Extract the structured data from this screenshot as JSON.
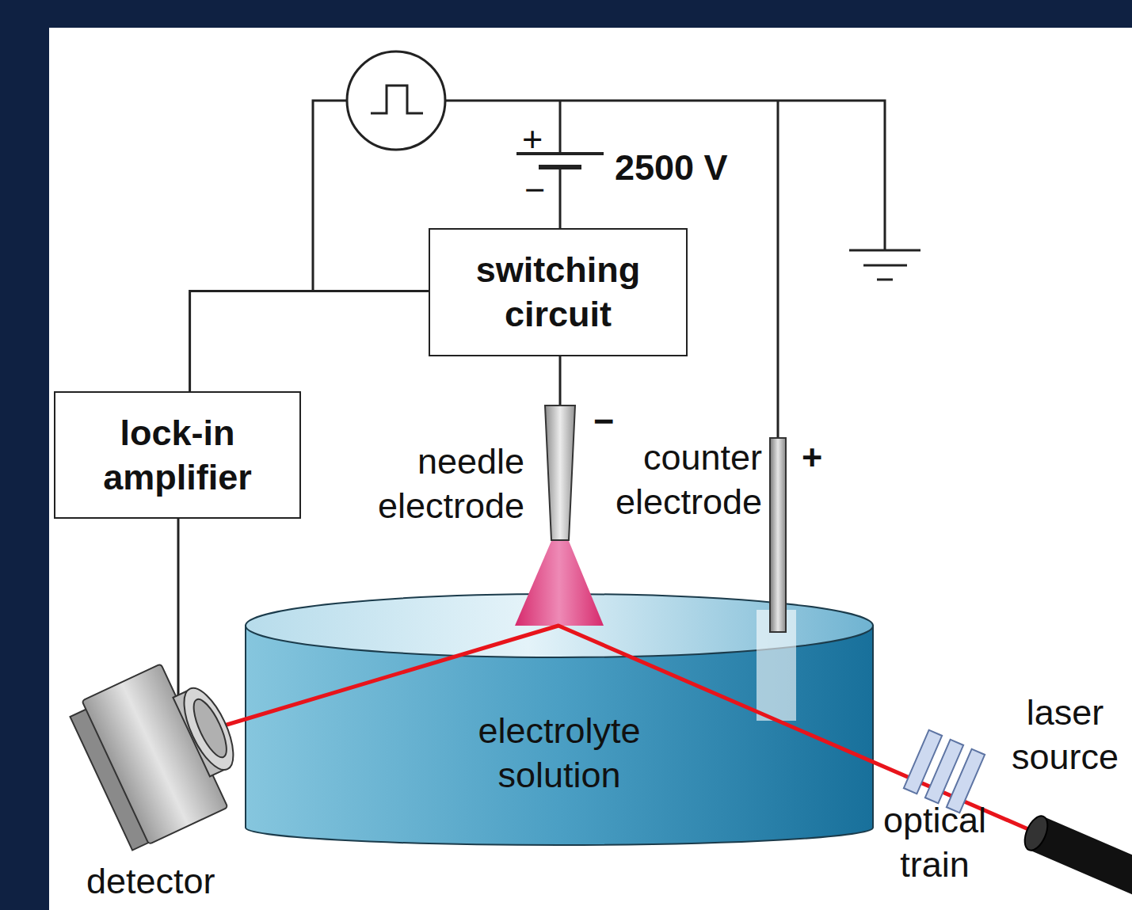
{
  "diagram": {
    "nodes": [
      {
        "text": [
          "switching circuit"
        ]
      },
      {
        "text": [
          "lock-in amplifier"
        ]
      },
      {
        "text": [
          "electrolyte solution"
        ]
      }
    ],
    "edges": [
      {
        "from": 1,
        "to": 0,
        "arrow": "none"
      }
    ],
    "labels": [
      "+",
      "−",
      "2500 V",
      "needle electrode",
      "−",
      "counter electrode",
      "+",
      "detector",
      "optical train",
      "laser source"
    ]
  }
}
